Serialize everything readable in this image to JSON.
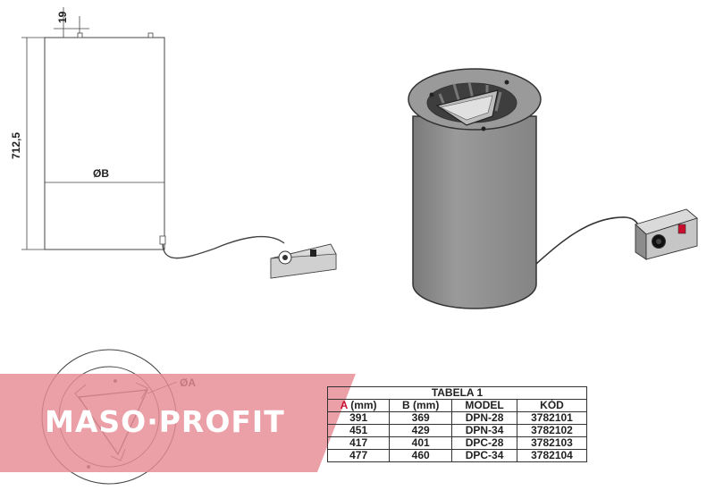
{
  "drawing": {
    "dim_height": "712,5",
    "dim_top": "19",
    "dim_diameter_b": "ØB",
    "dim_diameter_a": "ØA"
  },
  "watermark": {
    "text": "MASO·PROFIT"
  },
  "table": {
    "title": "TABELA 1",
    "headers": {
      "a_letter": "A",
      "a_unit": " (mm)",
      "b": "B (mm)",
      "model": "MODEL",
      "kod": "KÓD"
    },
    "rows": [
      {
        "a": "391",
        "b": "369",
        "model": "DPN-28",
        "kod": "3782101"
      },
      {
        "a": "451",
        "b": "429",
        "model": "DPN-34",
        "kod": "3782102"
      },
      {
        "a": "417",
        "b": "401",
        "model": "DPC-28",
        "kod": "3782103"
      },
      {
        "a": "477",
        "b": "460",
        "model": "DPC-34",
        "kod": "3782104"
      }
    ]
  },
  "colors": {
    "banner": "#e78a94",
    "cylinder": "#8e8e8e",
    "highlight": "#c8102e"
  }
}
